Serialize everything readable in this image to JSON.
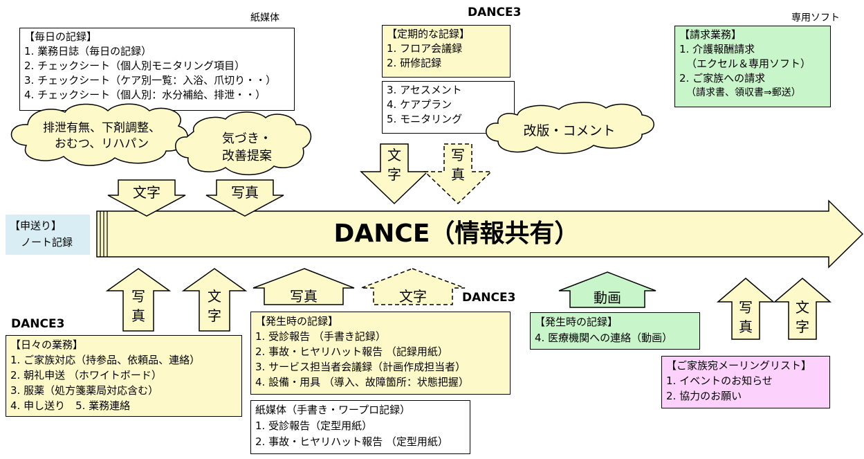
{
  "labels": {
    "paper_media": "紙媒体",
    "dance3_top": "DANCE3",
    "dedicated_soft": "専用ソフト",
    "dance3_left": "DANCE3",
    "dance3_mid": "DANCE3"
  },
  "daily_record": {
    "title": "【毎日の記録】",
    "items": [
      "1. 業務日誌（毎日の記録）",
      "2. チェックシート（個人別モニタリング項目）",
      "3. チェックシート（ケア別一覧：入浴、爪切り・・）",
      "4. チェックシート（個人別：水分補給、排泄・・）"
    ]
  },
  "periodic_record": {
    "title": "【定期的な記録】",
    "items": [
      "1. フロア会議録",
      "2. 研修記録"
    ]
  },
  "assessment": {
    "items": [
      "3. アセスメント",
      "4. ケアプラン",
      "5. モニタリング"
    ]
  },
  "billing": {
    "title": "【請求業務】",
    "items": [
      "1. 介護報酬請求",
      "（エクセル＆専用ソフト）",
      "2. ご家族への請求",
      "（請求書、領収書⇒郵送）"
    ]
  },
  "clouds": {
    "c1_line1": "排泄有無、下剤調整、",
    "c1_line2": "おむつ、リハパン",
    "c2_line1": "気づき・",
    "c2_line2": "改善提案",
    "c3": "改版・コメント"
  },
  "arrows": {
    "top_text": "文字",
    "top_photo": "写真",
    "v_text_1": "文",
    "v_text_2": "字",
    "v_photo_1": "写",
    "v_photo_2": "真",
    "bot_photo_1": "写",
    "bot_photo_2": "真",
    "bot_text_1": "文",
    "bot_text_2": "字",
    "wide_photo": "写真",
    "wide_text": "文字",
    "video": "動画",
    "r_photo_1": "写",
    "r_photo_2": "真",
    "r_text_1": "文",
    "r_text_2": "字"
  },
  "main_arrow": {
    "label": "DANCE（情報共有）"
  },
  "handover": {
    "line1": "【申送り】",
    "line2": "ノート記録"
  },
  "daily_work": {
    "title": "【日々の業務】",
    "items": [
      "1. ご家族対応（持参品、依頼品、連絡）",
      "2. 朝礼申送 （ホワイトボード）",
      "3. 服薬（処方箋薬局対応含む）",
      "4. 申し送り　5. 業務連絡"
    ]
  },
  "incident_record": {
    "title": "【発生時の記録】",
    "items": [
      "1. 受診報告 （手書き記録）",
      "2. 事故・ヒヤリハット報告 （記録用紙）",
      "3. サービス担当者会議録（計画作成担当者）",
      "4. 設備・用具 （導入、故障箇所：状態把握）"
    ]
  },
  "paper_handwritten": {
    "title": "紙媒体（手書き・ワープロ記録）",
    "items": [
      "1. 受診報告（定型用紙）",
      "2. 事故・ヒヤリハット報告 （定型用紙）"
    ]
  },
  "incident_video": {
    "title": "【発生時の記録】",
    "items": [
      "4. 医療機関への連絡（動画）"
    ]
  },
  "family_mail": {
    "title": "【ご家族宛メーリングリスト】",
    "items": [
      "1. イベントのお知らせ",
      "2. 協力のお願い"
    ]
  }
}
